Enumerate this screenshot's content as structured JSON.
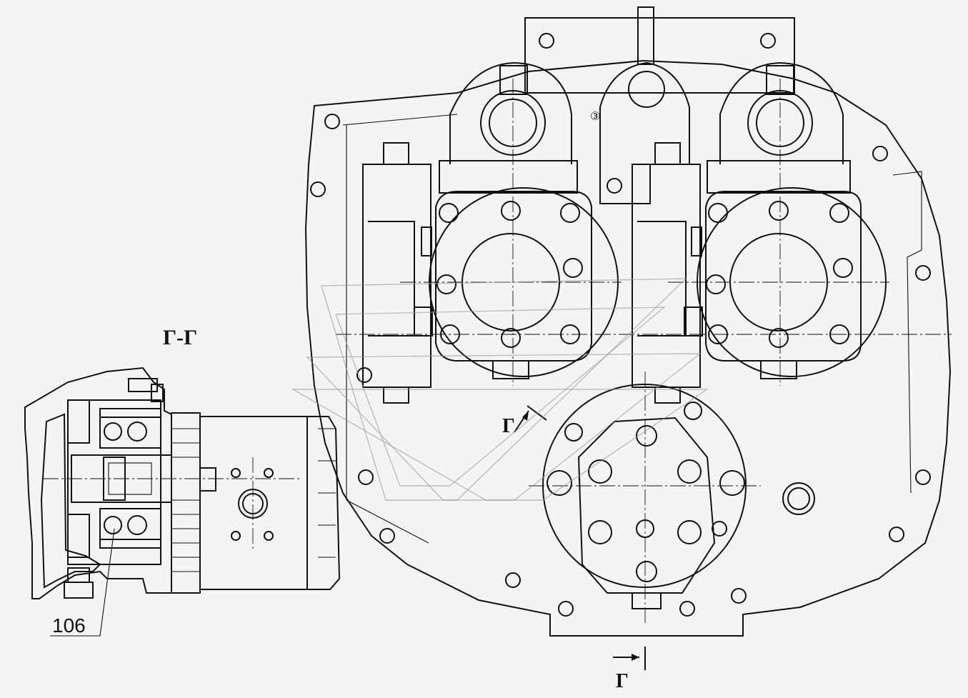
{
  "labels": {
    "section_title": "Г-Г",
    "section_mark_upper": "Г",
    "section_mark_lower": "Г",
    "part_number": "106",
    "circle_marker": "③"
  },
  "colors": {
    "line": "#111111",
    "background": "#f4f4f4",
    "watermark": "#9a9a9a"
  }
}
